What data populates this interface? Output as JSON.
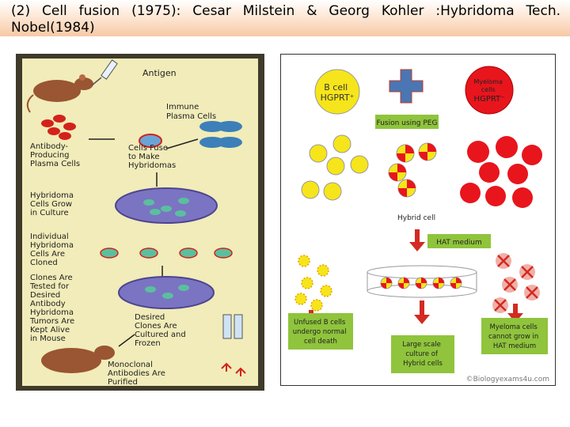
{
  "title": "(2) Cell fusion (1975): Cesar Milstein & Georg Kohler :Hybridoma Tech. Nobel(1984)",
  "left_panel": {
    "antigen": "Antigen",
    "immune_plasma": [
      "Immune",
      "Plasma Cells"
    ],
    "antibody_producing": [
      "Antibody-",
      "Producing",
      "Plasma Cells"
    ],
    "cells_fuse": [
      "Cells Fuse",
      "to Make",
      "Hybridomas"
    ],
    "hybridoma_grow": [
      "Hybridoma",
      "Cells Grow",
      "in Culture"
    ],
    "individual_cloned": [
      "Individual",
      "Hybridoma",
      "Cells Are",
      "Cloned"
    ],
    "clones_tested": [
      "Clones Are",
      "Tested for",
      "Desired",
      "Antibody"
    ],
    "tumors_kept": [
      "Hybridoma",
      "Tumors Are",
      "Kept Alive",
      "in Mouse"
    ],
    "desired_clones": [
      "Desired",
      "Clones Are",
      "Cultured and",
      "Frozen"
    ],
    "monoclonal": [
      "Monoclonal",
      "Antibodies Are",
      "Purified"
    ]
  },
  "right_panel": {
    "b_cell": [
      "B cell",
      "HGPRT⁺"
    ],
    "myeloma": [
      "Myeloma",
      "cells",
      "HGPRT⁻"
    ],
    "fusion_label": "Fusion using PEG",
    "hybrid_cell": "Hybrid cell",
    "hat_medium": "HAT medium",
    "unfused_b": [
      "Unfused B cells",
      "undergo normal",
      "cell death"
    ],
    "large_scale": [
      "Large scale",
      "culture of",
      "Hybrid cells"
    ],
    "myeloma_cannot": [
      "Myeloma cells",
      "cannot grow in",
      "HAT medium"
    ],
    "watermark": "©Biologyexams4u.com"
  },
  "colors": {
    "left_bg": "#f1ecb9",
    "b_cell_yellow": "#f6e51a",
    "myeloma_red": "#e8151d",
    "cross_blue": "#4a76b3",
    "arrow_red": "#d32a22",
    "label_green": "#8fc43c"
  }
}
